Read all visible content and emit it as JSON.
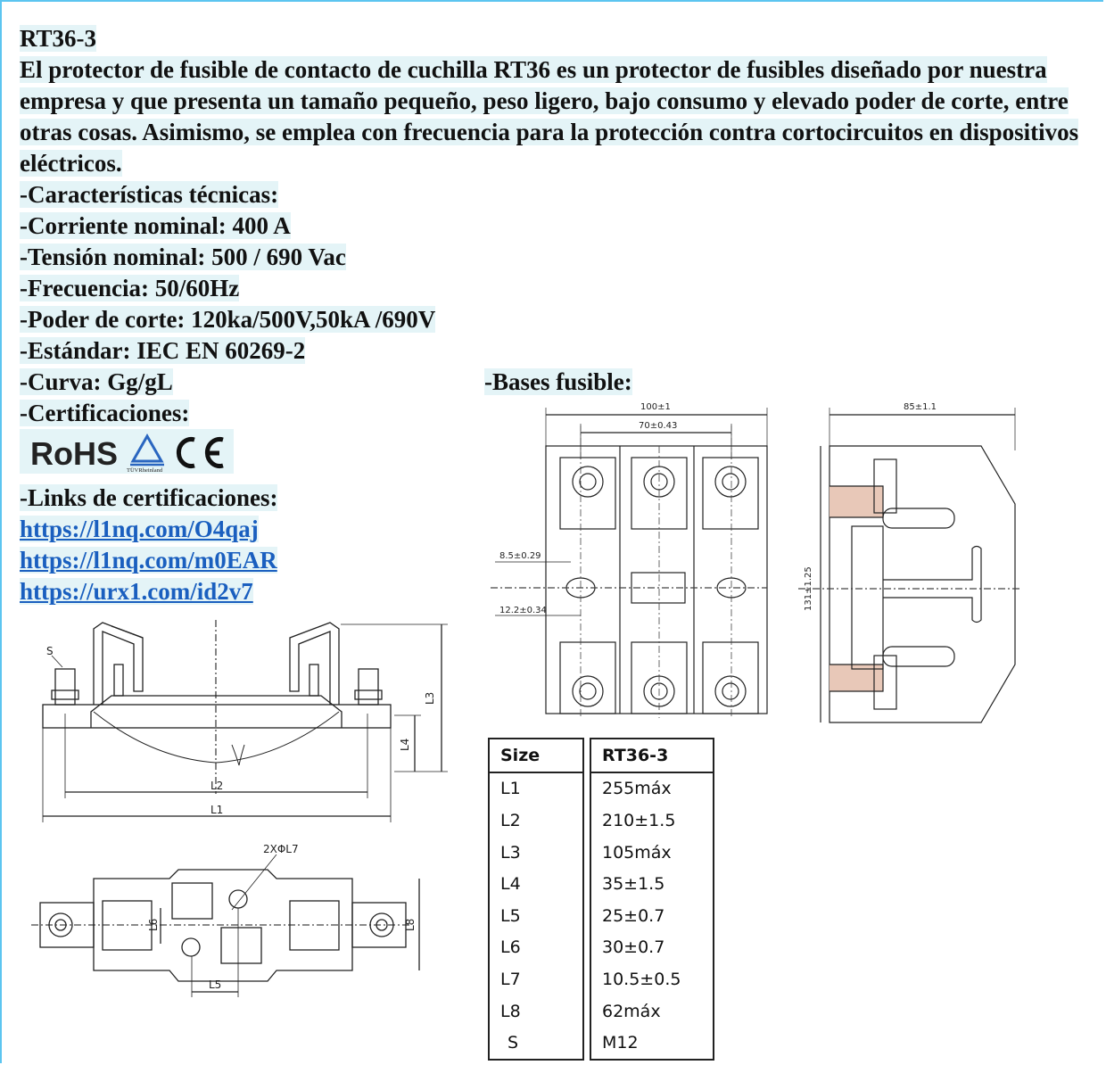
{
  "title": "RT36-3",
  "description": "El protector de fusible de contacto de cuchilla RT36 es un protector de fusibles diseñado por nuestra empresa y que presenta un tamaño pequeño, peso ligero, bajo consumo y elevado poder de corte, entre otras cosas. Asimismo, se emplea con frecuencia para la protección contra cortocircuitos en dispositivos eléctricos.",
  "specs": {
    "heading": "-Características técnicas:",
    "corriente": "-Corriente nominal: 400 A",
    "tension": "-Tensión nominal: 500 / 690 Vac",
    "frecuencia": "-Frecuencia: 50/60Hz",
    "poder": "-Poder de corte: 120ka/500V,50kA /690V",
    "estandar": "-Estándar: IEC EN 60269-2",
    "curva": "-Curva: Gg/gL",
    "certificaciones": "-Certificaciones:"
  },
  "bases_label": "-Bases fusible:",
  "cert_logos": {
    "rohs": "RoHS",
    "tuv": "TÜVRheinland",
    "ce": "CE"
  },
  "links_heading": "-Links de certificaciones:",
  "links": [
    "https://l1nq.com/O4qaj",
    "https://l1nq.com/m0EAR",
    "https://urx1.com/id2v7"
  ],
  "drawing_labels": {
    "s": "S",
    "l1": "L1",
    "l2": "L2",
    "l3": "L3",
    "l4": "L4",
    "l5": "L5",
    "l6": "L6",
    "l8": "L8",
    "holes": "2XΦL7",
    "w100": "100±1",
    "w70": "70±0.43",
    "d85": "85±1.1",
    "d85b": "8.5±0.29",
    "d122": "12.2±0.34",
    "h131": "131±1.25"
  },
  "table": {
    "headers": [
      "Size",
      "RT36-3"
    ],
    "rows": [
      [
        "L1",
        "255máx"
      ],
      [
        "L2",
        "210±1.5"
      ],
      [
        "L3",
        "105máx"
      ],
      [
        "L4",
        "35±1.5"
      ],
      [
        "L5",
        "25±0.7"
      ],
      [
        "L6",
        "30±0.7"
      ],
      [
        "L7",
        "10.5±0.5"
      ],
      [
        "L8",
        "62máx"
      ],
      [
        "S",
        "M12"
      ]
    ]
  },
  "colors": {
    "border": "#5cc5f0",
    "highlight": "#e4f4f7",
    "link": "#1a5fbf"
  }
}
